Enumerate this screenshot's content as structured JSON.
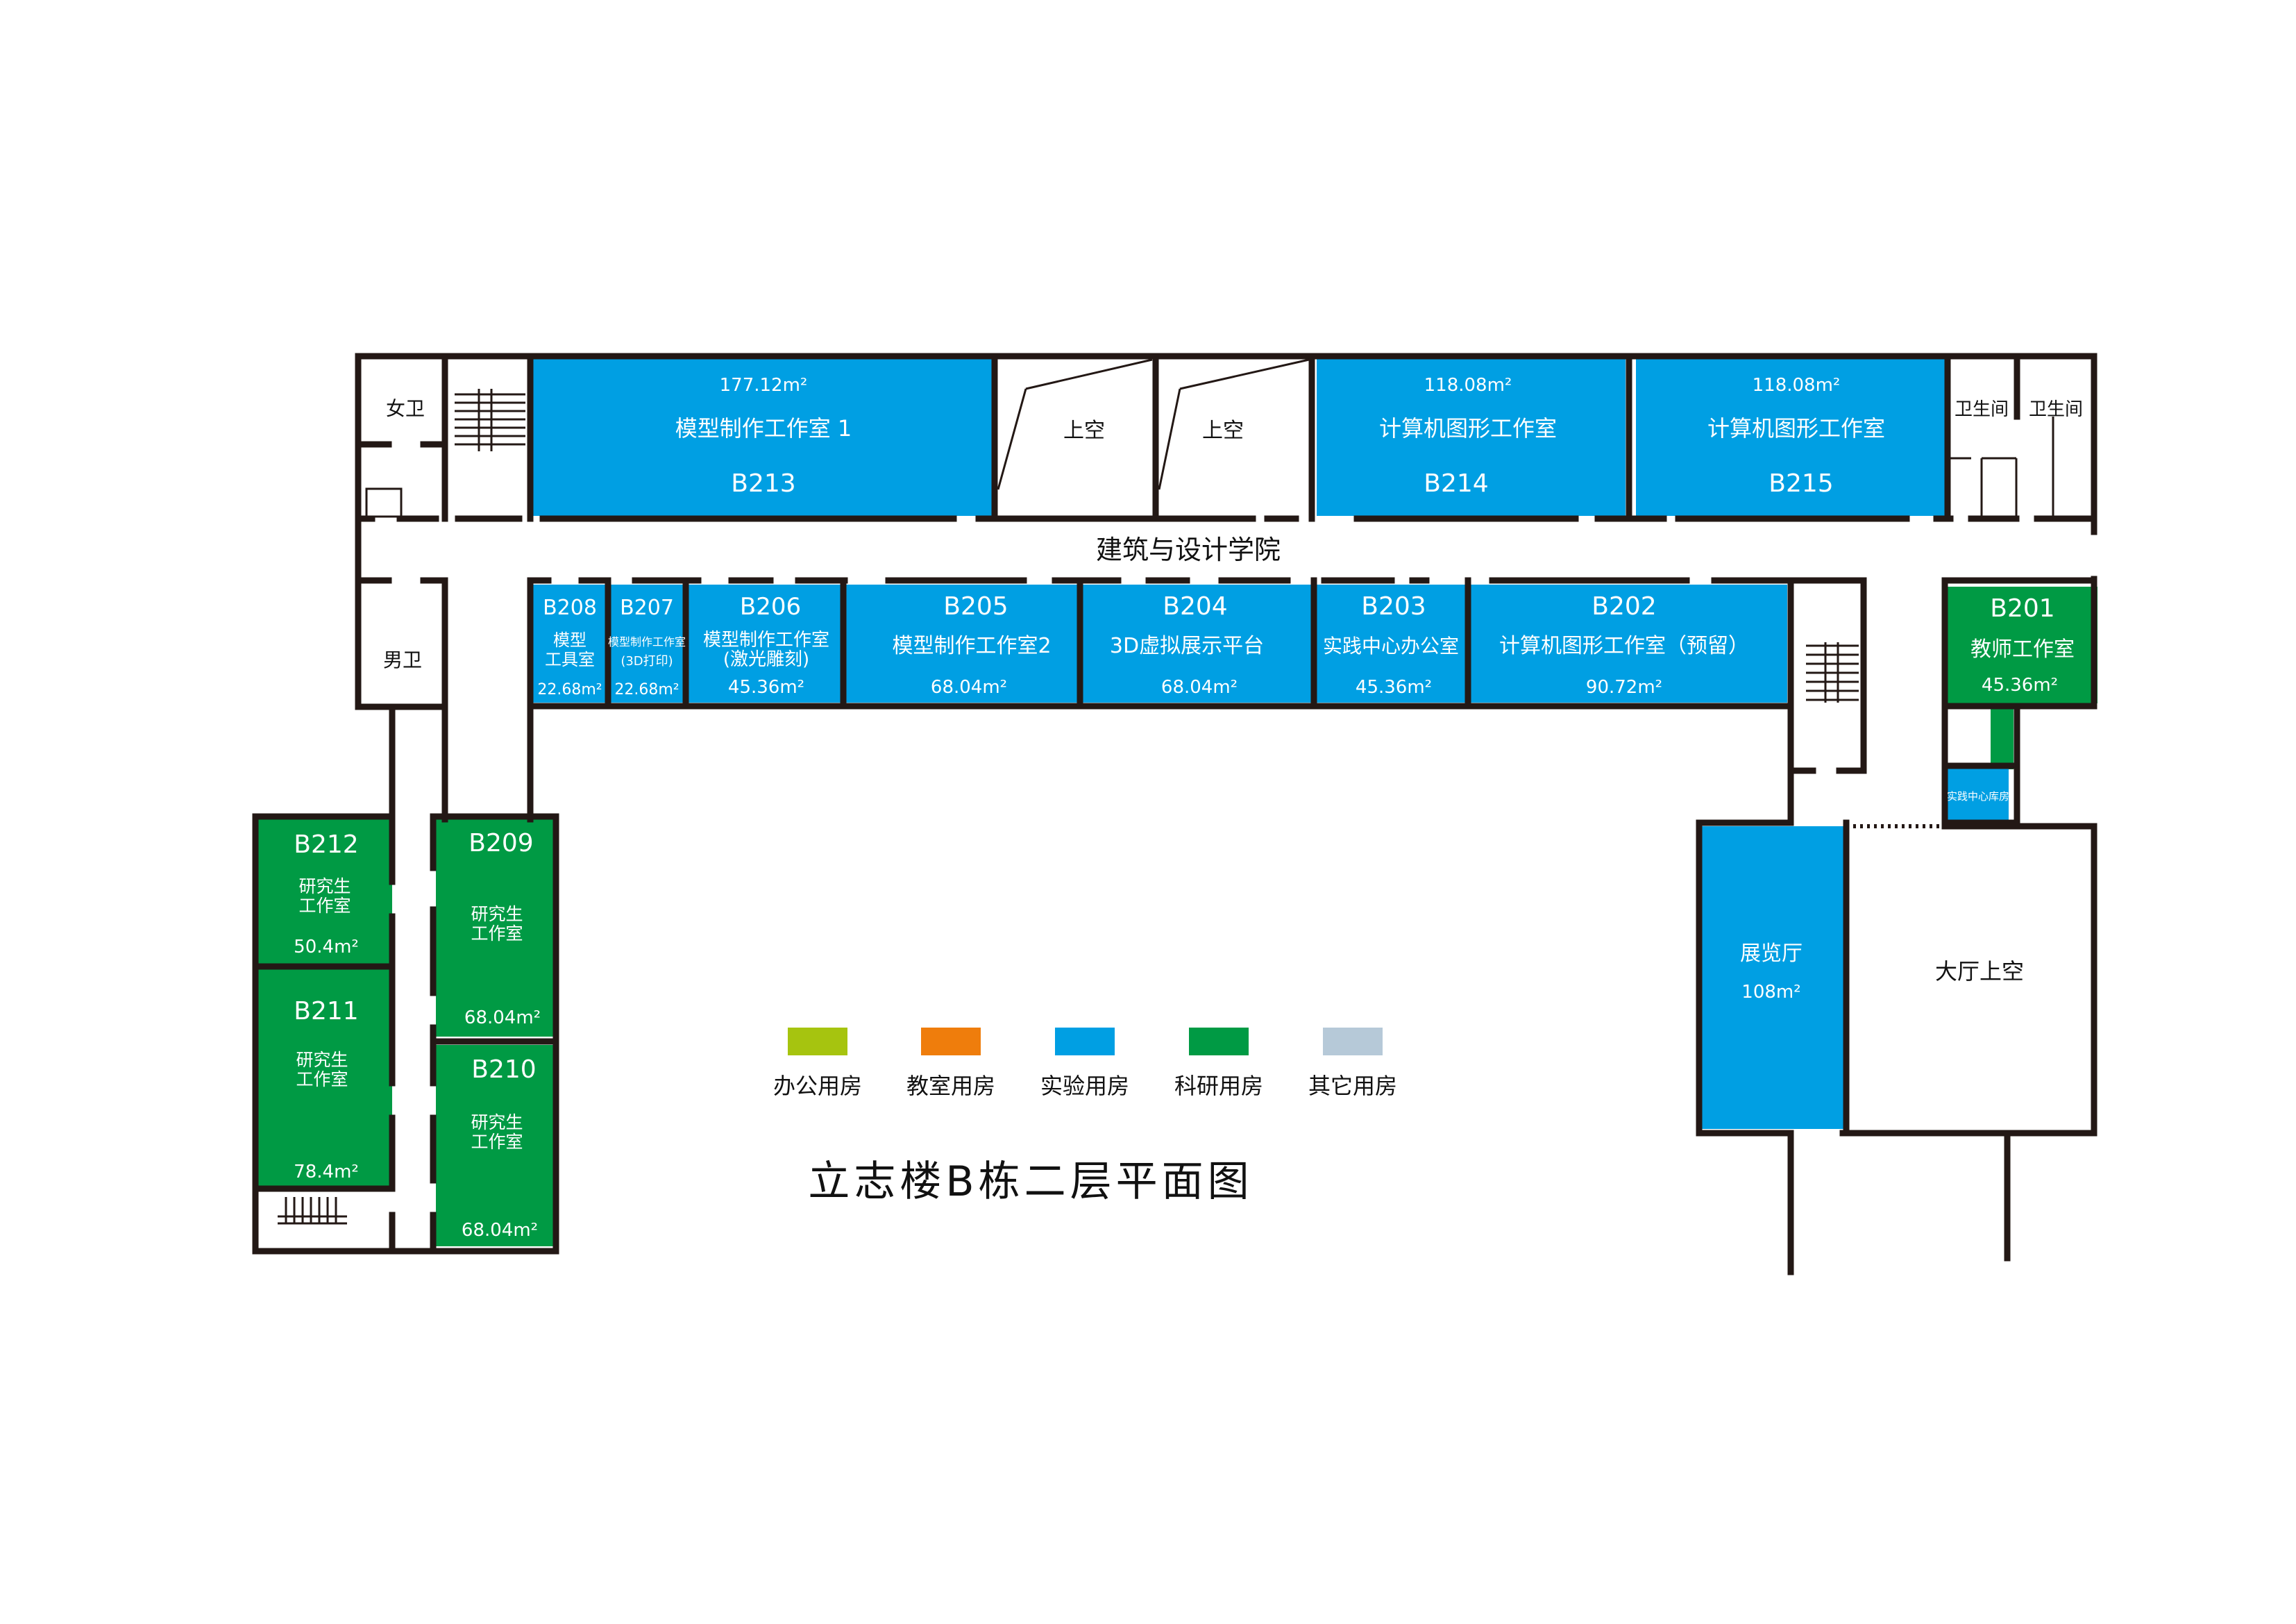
{
  "title": "立志楼B栋二层平面图",
  "corridor_label": "建筑与设计学院",
  "colors": {
    "office": "#a6c40f",
    "classroom": "#ef7d0c",
    "lab": "#009fe3",
    "research": "#009a44",
    "other": "#b6c9d8",
    "wall": "#231815"
  },
  "legend": [
    {
      "label": "办公用房",
      "color": "#a6c40f"
    },
    {
      "label": "教室用房",
      "color": "#ef7d0c"
    },
    {
      "label": "实验用房",
      "color": "#009fe3"
    },
    {
      "label": "科研用房",
      "color": "#009a44"
    },
    {
      "label": "其它用房",
      "color": "#b6c9d8"
    }
  ],
  "rooms": {
    "b213": {
      "code": "B213",
      "name": "模型制作工作室 1",
      "area": "177.12m²"
    },
    "b214": {
      "code": "B214",
      "name": "计算机图形工作室",
      "area": "118.08m²"
    },
    "b215": {
      "code": "B215",
      "name": "计算机图形工作室",
      "area": "118.08m²"
    },
    "b208": {
      "code": "B208",
      "name1": "模型",
      "name2": "工具室",
      "area": "22.68m²"
    },
    "b207": {
      "code": "B207",
      "name1": "模型制作工作室",
      "name2": "(3D打印)",
      "area": "22.68m²"
    },
    "b206": {
      "code": "B206",
      "name1": "模型制作工作室",
      "name2": "(激光雕刻)",
      "area": "45.36m²"
    },
    "b205": {
      "code": "B205",
      "name": "模型制作工作室2",
      "area": "68.04m²"
    },
    "b204": {
      "code": "B204",
      "name": "3D虚拟展示平台",
      "area": "68.04m²"
    },
    "b203": {
      "code": "B203",
      "name": "实践中心办公室",
      "area": "45.36m²"
    },
    "b202": {
      "code": "B202",
      "name": "计算机图形工作室（预留）",
      "area": "90.72m²"
    },
    "b201": {
      "code": "B201",
      "name": "教师工作室",
      "area": "45.36m²"
    },
    "b212": {
      "code": "B212",
      "name1": "研究生",
      "name2": "工作室",
      "area": "50.4m²"
    },
    "b211": {
      "code": "B211",
      "name1": "研究生",
      "name2": "工作室",
      "area": "78.4m²"
    },
    "b209": {
      "code": "B209",
      "name1": "研究生",
      "name2": "工作室",
      "area": "68.04m²"
    },
    "b210": {
      "code": "B210",
      "name1": "研究生",
      "name2": "工作室",
      "area": "68.04m²"
    },
    "exhibition": {
      "name": "展览厅",
      "area": "108m²"
    },
    "practice_storage": {
      "name": "实践中心库房"
    }
  },
  "other_labels": {
    "void_1": "上空",
    "void_2": "上空",
    "lobby_void": "大厅上空",
    "womens_wc": "女卫",
    "mens_wc": "男卫",
    "wc_1": "卫生间",
    "wc_2": "卫生间"
  }
}
